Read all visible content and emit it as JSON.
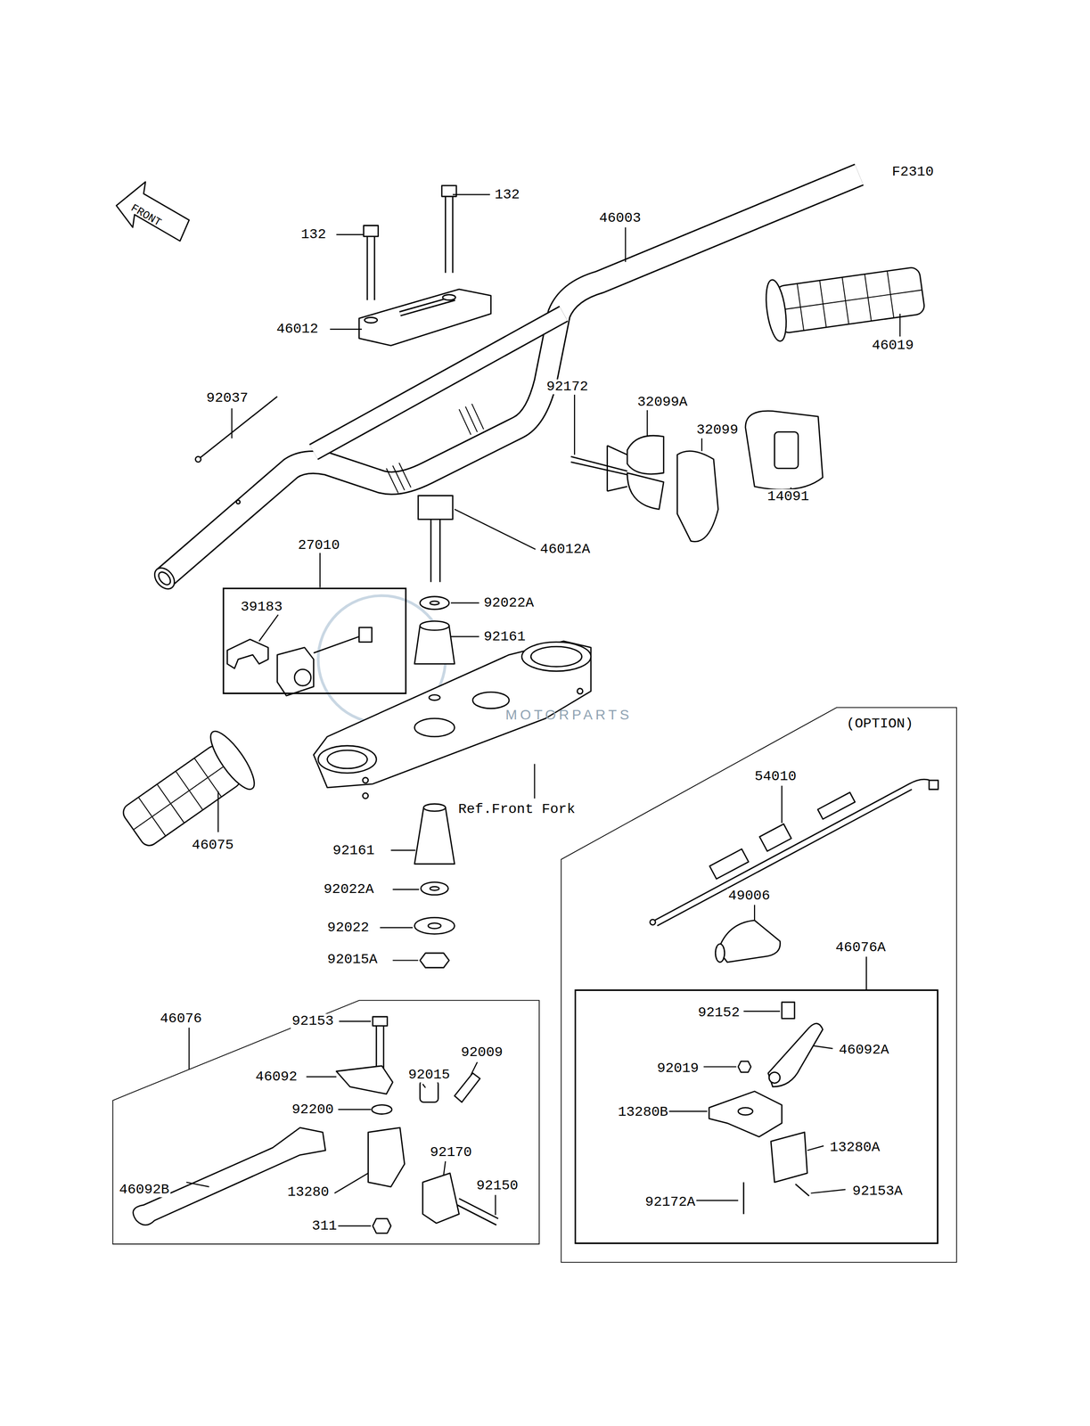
{
  "diagram": {
    "nodes": [
      {
        "text": [
          "27010",
          "39183"
        ]
      },
      {
        "text": [
          "46076",
          "92153",
          "46092",
          "92009",
          "92015",
          "92200",
          "92170",
          "46092B",
          "13280",
          "92150",
          "311"
        ]
      },
      {
        "text": [
          "(OPTION)",
          "54010",
          "49006",
          "46076A"
        ]
      },
      {
        "text": [
          "92152",
          "46092A",
          "92019",
          "13280B",
          "13280A",
          "92172A",
          "92153A"
        ],
        "in": 2
      }
    ],
    "labels": [
      "F2310",
      "FRONT",
      "132",
      "132",
      "46003",
      "46012",
      "46019",
      "92037",
      "92172",
      "32099A",
      "32099",
      "14091",
      "46012A",
      "92022A",
      "92161",
      "MOTORPARTS",
      "46075",
      "Ref.Front Fork",
      "92161",
      "92022A",
      "92022",
      "92015A"
    ]
  }
}
